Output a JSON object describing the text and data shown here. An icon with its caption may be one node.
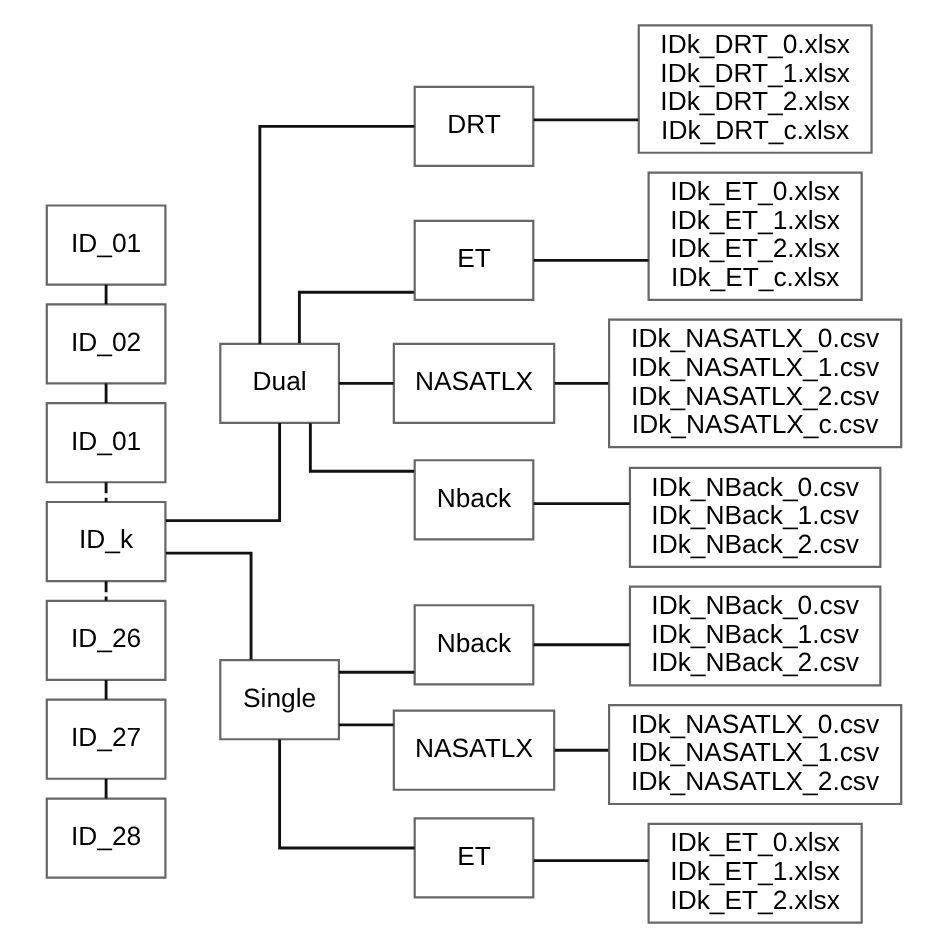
{
  "diagram": {
    "nodes": [
      {
        "text": [
          "ID_01"
        ]
      },
      {
        "text": [
          "ID_02"
        ]
      },
      {
        "text": [
          "ID_01"
        ]
      },
      {
        "text": [
          "ID_k"
        ]
      },
      {
        "text": [
          "ID_26"
        ]
      },
      {
        "text": [
          "ID_27"
        ]
      },
      {
        "text": [
          "ID_28"
        ]
      },
      {
        "text": [
          "Dual"
        ]
      },
      {
        "text": [
          "Single"
        ]
      },
      {
        "text": [
          "DRT"
        ]
      },
      {
        "text": [
          "ET"
        ]
      },
      {
        "text": [
          "NASATLX"
        ]
      },
      {
        "text": [
          "Nback"
        ]
      },
      {
        "text": [
          "Nback"
        ]
      },
      {
        "text": [
          "NASATLX"
        ]
      },
      {
        "text": [
          "ET"
        ]
      },
      {
        "text": [
          "IDk_DRT_0.xlsx",
          "IDk_DRT_1.xlsx",
          "IDk_DRT_2.xlsx",
          "IDk_DRT_c.xlsx"
        ]
      },
      {
        "text": [
          "IDk_ET_0.xlsx",
          "IDk_ET_1.xlsx",
          "IDk_ET_2.xlsx",
          "IDk_ET_c.xlsx"
        ]
      },
      {
        "text": [
          "IDk_NASATLX_0.csv",
          "IDk_NASATLX_1.csv",
          "IDk_NASATLX_2.csv",
          "IDk_NASATLX_c.csv"
        ]
      },
      {
        "text": [
          "IDk_NBack_0.csv",
          "IDk_NBack_1.csv",
          "IDk_NBack_2.csv"
        ]
      },
      {
        "text": [
          "IDk_NBack_0.csv",
          "IDk_NBack_1.csv",
          "IDk_NBack_2.csv"
        ]
      },
      {
        "text": [
          "IDk_NASATLX_0.csv",
          "IDk_NASATLX_1.csv",
          "IDk_NASATLX_2.csv"
        ]
      },
      {
        "text": [
          "IDk_ET_0.xlsx",
          "IDk_ET_1.xlsx",
          "IDk_ET_2.xlsx"
        ]
      }
    ],
    "edges": [
      {
        "from": 0,
        "to": 1,
        "arrow": "none"
      },
      {
        "from": 1,
        "to": 2,
        "arrow": "none"
      },
      {
        "from": 2,
        "to": 3,
        "arrow": "none",
        "style": "dashed"
      },
      {
        "from": 3,
        "to": 4,
        "arrow": "none",
        "style": "dashed"
      },
      {
        "from": 4,
        "to": 5,
        "arrow": "none"
      },
      {
        "from": 5,
        "to": 6,
        "arrow": "none"
      },
      {
        "from": 3,
        "to": 7,
        "arrow": "none"
      },
      {
        "from": 3,
        "to": 8,
        "arrow": "none"
      },
      {
        "from": 7,
        "to": 9,
        "arrow": "none"
      },
      {
        "from": 7,
        "to": 10,
        "arrow": "none"
      },
      {
        "from": 7,
        "to": 11,
        "arrow": "none"
      },
      {
        "from": 7,
        "to": 12,
        "arrow": "none"
      },
      {
        "from": 8,
        "to": 13,
        "arrow": "none"
      },
      {
        "from": 8,
        "to": 14,
        "arrow": "none"
      },
      {
        "from": 8,
        "to": 15,
        "arrow": "none"
      },
      {
        "from": 9,
        "to": 16,
        "arrow": "none"
      },
      {
        "from": 10,
        "to": 17,
        "arrow": "none"
      },
      {
        "from": 11,
        "to": 18,
        "arrow": "none"
      },
      {
        "from": 12,
        "to": 19,
        "arrow": "none"
      },
      {
        "from": 13,
        "to": 20,
        "arrow": "none"
      },
      {
        "from": 14,
        "to": 21,
        "arrow": "none"
      },
      {
        "from": 15,
        "to": 22,
        "arrow": "none"
      }
    ]
  }
}
